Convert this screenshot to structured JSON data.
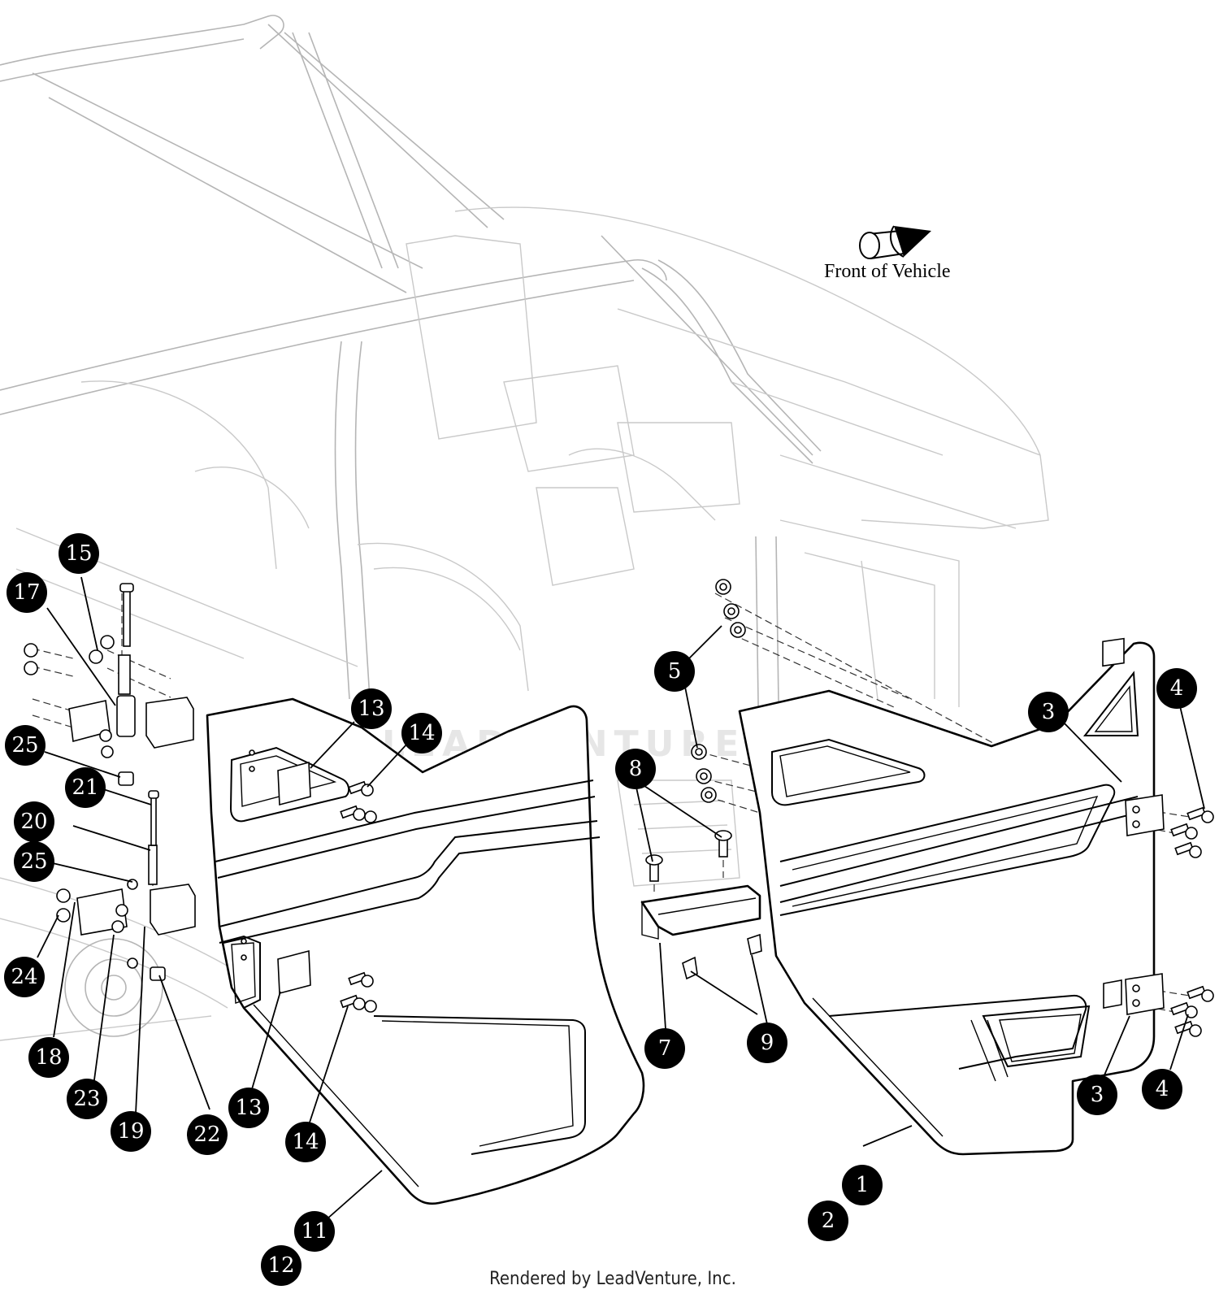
{
  "orientation": {
    "label": "Front of Vehicle",
    "icon": "front-arrow-icon"
  },
  "watermark": "LEADVENTURE",
  "footer": "Rendered by LeadVenture, Inc.",
  "callouts": [
    {
      "id": "c1",
      "label": "1"
    },
    {
      "id": "c2",
      "label": "2"
    },
    {
      "id": "c3a",
      "label": "3"
    },
    {
      "id": "c3b",
      "label": "3"
    },
    {
      "id": "c4a",
      "label": "4"
    },
    {
      "id": "c4b",
      "label": "4"
    },
    {
      "id": "c5",
      "label": "5"
    },
    {
      "id": "c7",
      "label": "7"
    },
    {
      "id": "c8",
      "label": "8"
    },
    {
      "id": "c9",
      "label": "9"
    },
    {
      "id": "c11",
      "label": "11"
    },
    {
      "id": "c12",
      "label": "12"
    },
    {
      "id": "c13a",
      "label": "13"
    },
    {
      "id": "c13b",
      "label": "13"
    },
    {
      "id": "c14a",
      "label": "14"
    },
    {
      "id": "c14b",
      "label": "14"
    },
    {
      "id": "c15",
      "label": "15"
    },
    {
      "id": "c17",
      "label": "17"
    },
    {
      "id": "c18",
      "label": "18"
    },
    {
      "id": "c19",
      "label": "19"
    },
    {
      "id": "c20",
      "label": "20"
    },
    {
      "id": "c21",
      "label": "21"
    },
    {
      "id": "c22",
      "label": "22"
    },
    {
      "id": "c23",
      "label": "23"
    },
    {
      "id": "c24",
      "label": "24"
    },
    {
      "id": "c25a",
      "label": "25"
    },
    {
      "id": "c25b",
      "label": "25"
    }
  ]
}
